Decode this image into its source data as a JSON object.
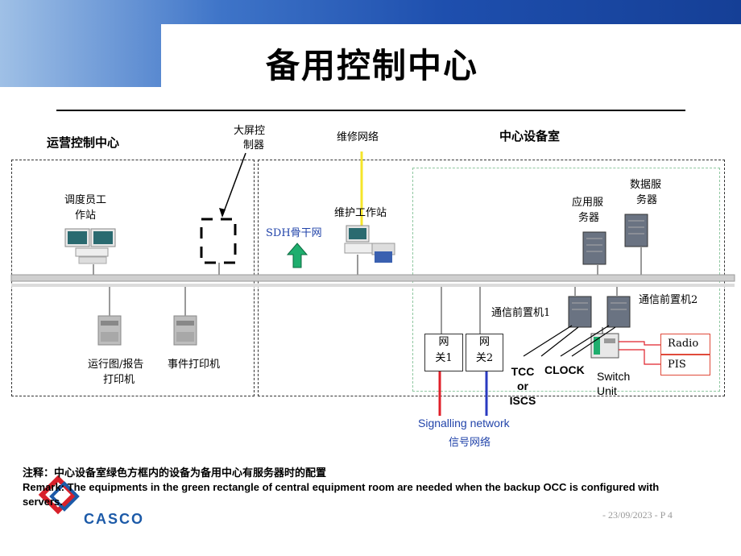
{
  "slide": {
    "title": "备用控制中心",
    "footer_date": "- 23/09/2023 - P 4",
    "logo_text": "CASCO",
    "note_cn": "注释：中心设备室绿色方框内的设备为备用中心有服务器时的配置",
    "note_en": "Remark: The equipments in the green rectangle of central equipment room are needed when the backup OCC is configured with servers."
  },
  "diagram": {
    "occ_label": "运营控制中心",
    "equip_room_label": "中心设备室",
    "big_screen_l1": "大屏控",
    "big_screen_l2": "制器",
    "maintenance_net": "维修网络",
    "dispatcher_l1": "调度员工",
    "dispatcher_l2": "作站",
    "maint_ws": "维护工作站",
    "sdh": "SDH骨干网",
    "app_server_l1": "应用服",
    "app_server_l2": "务器",
    "data_server_l1": "数据服",
    "data_server_l2": "务器",
    "fep1": "通信前置机1",
    "fep2": "通信前置机2",
    "gw1_l1": "网",
    "gw1_l2": "关1",
    "gw2_l1": "网",
    "gw2_l2": "关2",
    "tcc_l1": "TCC",
    "tcc_l2": "or",
    "tcc_l3": "ISCS",
    "clock": "CLOCK",
    "switch_l1": "Switch",
    "switch_l2": "Unit",
    "radio": "Radio",
    "pis": "PIS",
    "sig_en": "Signalling network",
    "sig_cn": "信号网络",
    "printer1_l1": "运行图/报告",
    "printer1_l2": "打印机",
    "printer2": "事件打印机"
  },
  "colors": {
    "banner": "#1e4fae",
    "arrow_green": "#1fae6e",
    "maint_line": "#f5e52a",
    "sig_red": "#e0202a",
    "sig_blue": "#2a3ac0",
    "sig_text": "#2244aa",
    "logo_red": "#d8202a",
    "logo_blue": "#1c5aa8"
  }
}
